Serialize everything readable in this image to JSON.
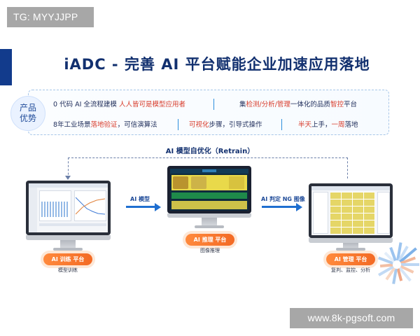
{
  "watermark_top": "TG: MYYJJPP",
  "watermark_bottom": "www.8k-pgsoft.com",
  "title": "iADC - 完善 AI 平台赋能企业加速应用落地",
  "advantages": {
    "label_line1": "产品",
    "label_line2": "优势",
    "row1": {
      "c1_pre": "0 代码 AI 全流程建模 ",
      "c1_hl": "人人皆可是模型应用者",
      "c2_pre": "集",
      "c2_hl": "检测/分析/管理",
      "c2_post": "一体化的品质",
      "c2_hl2": "智控",
      "c2_post2": "平台"
    },
    "row2": {
      "c1_pre": "8年工业场景",
      "c1_hl": "落地验证",
      "c1_post": "，可信演算法",
      "c2_hl": "可视化",
      "c2_post": "步骤，引导式操作",
      "c3_hl": "半天",
      "c3_mid": "上手，",
      "c3_hl2": "一周",
      "c3_post": "落地"
    }
  },
  "retrain_label": "AI 模型自优化（Retrain）",
  "arrows": {
    "left": "AI 模型",
    "right": "AI 判定 NG 图像"
  },
  "platforms": [
    {
      "name": "AI 训练 平台",
      "sub": "模型训练"
    },
    {
      "name": "AI 推理 平台",
      "sub": "图像推理"
    },
    {
      "name": "AI 管理 平台",
      "sub": "复判、监控、分析"
    }
  ],
  "colors": {
    "title": "#12306f",
    "highlight": "#d83c2b",
    "pill": "#f36a24",
    "arrow": "#1f6fd0",
    "accent_bar": "#123b8c"
  }
}
